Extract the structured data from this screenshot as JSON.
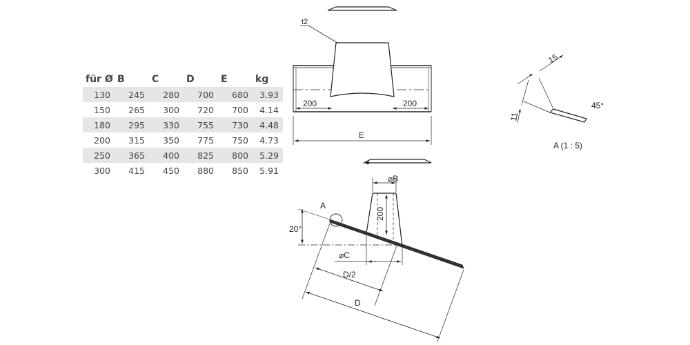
{
  "table": {
    "headers": [
      "für Ø",
      "B",
      "C",
      "D",
      "E",
      "kg"
    ],
    "rows": [
      [
        "130",
        "245",
        "280",
        "700",
        "680",
        "3.93"
      ],
      [
        "150",
        "265",
        "300",
        "720",
        "700",
        "4.14"
      ],
      [
        "180",
        "295",
        "330",
        "755",
        "730",
        "4.48"
      ],
      [
        "200",
        "315",
        "350",
        "775",
        "750",
        "4.73"
      ],
      [
        "250",
        "365",
        "400",
        "825",
        "800",
        "5.29"
      ],
      [
        "300",
        "415",
        "450",
        "880",
        "850",
        "5.91"
      ]
    ]
  },
  "drawing": {
    "front": {
      "t2": "t2",
      "dim_left": "200",
      "dim_right": "200",
      "dim_E": "E"
    },
    "side": {
      "point_A": "A",
      "angle": "20°",
      "dim_B": "⌀B",
      "dim_C": "⌀C",
      "dim_200": "200",
      "dim_D_half": "D/2",
      "dim_D": "D"
    },
    "detail": {
      "dim_15": "15",
      "dim_11": "11",
      "angle": "45°",
      "caption": "A (1 : 5)"
    }
  }
}
